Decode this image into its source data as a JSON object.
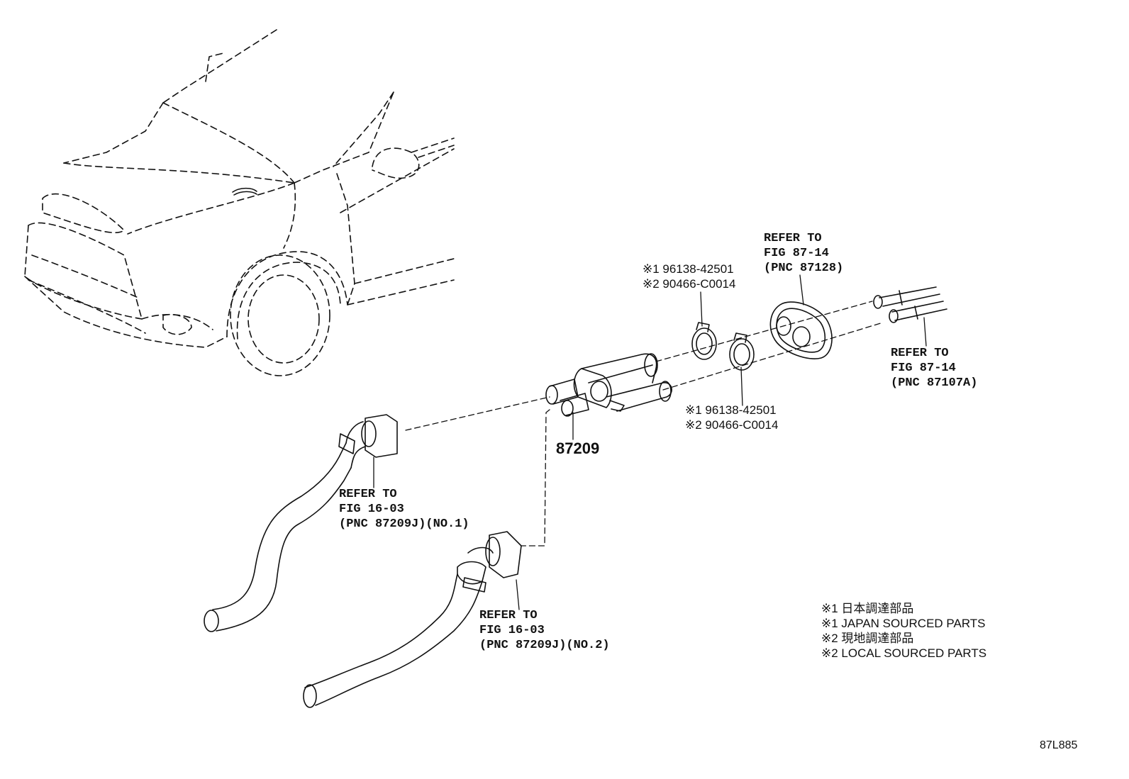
{
  "labels": {
    "refer_fig87_top": {
      "l1": "REFER TO",
      "l2": "FIG 87-14",
      "l3": "(PNC 87128)"
    },
    "refer_fig87_right": {
      "l1": "REFER TO",
      "l2": "FIG 87-14",
      "l3": "(PNC 87107A)"
    },
    "clamp_top": {
      "l1": "※1 96138-42501",
      "l2": "※2 90466-C0014"
    },
    "clamp_bottom": {
      "l1": "※1 96138-42501",
      "l2": "※2 90466-C0014"
    },
    "refer_fig16_no1": {
      "l1": "REFER TO",
      "l2": "FIG 16-03",
      "l3": "(PNC 87209J)(NO.1)"
    },
    "refer_fig16_no2": {
      "l1": "REFER TO",
      "l2": "FIG 16-03",
      "l3": "(PNC 87209J)(NO.2)"
    },
    "part_number": "87209",
    "diagram_code": "87L885"
  },
  "legend": [
    "※1 日本調達部品",
    "※1 JAPAN SOURCED PARTS",
    "※2 現地調達部品",
    "※2 LOCAL SOURCED PARTS"
  ]
}
